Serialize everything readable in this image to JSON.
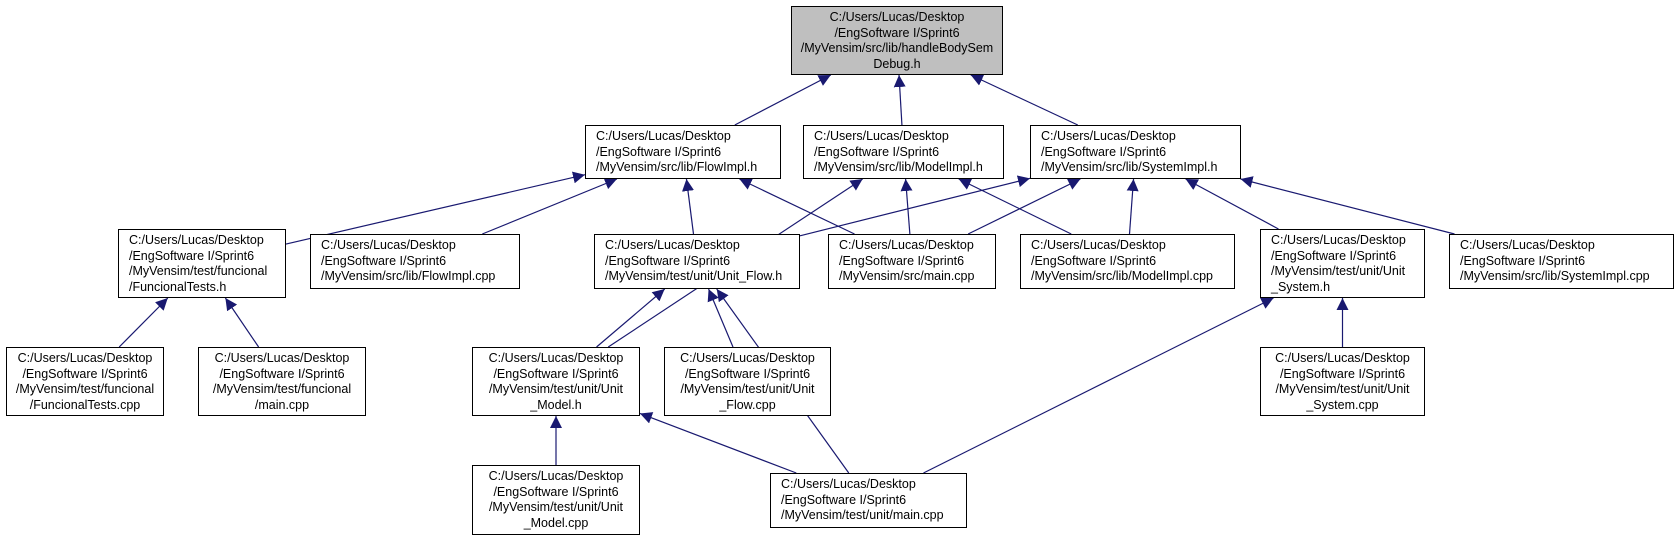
{
  "colors": {
    "edge": "#191970",
    "border": "#000000",
    "root_fill": "#bfbfbf",
    "node_fill": "#ffffff"
  },
  "nodes": {
    "root": {
      "lines": [
        "C:/Users/Lucas/Desktop",
        "/EngSoftware I/Sprint6",
        "/MyVensim/src/lib/handleBodySem",
        "Debug.h"
      ]
    },
    "flowimpl_h": {
      "lines": [
        "C:/Users/Lucas/Desktop",
        "/EngSoftware I/Sprint6",
        "/MyVensim/src/lib/FlowImpl.h"
      ]
    },
    "modelimpl_h": {
      "lines": [
        "C:/Users/Lucas/Desktop",
        "/EngSoftware I/Sprint6",
        "/MyVensim/src/lib/ModelImpl.h"
      ]
    },
    "systemimpl_h": {
      "lines": [
        "C:/Users/Lucas/Desktop",
        "/EngSoftware I/Sprint6",
        "/MyVensim/src/lib/SystemImpl.h"
      ]
    },
    "functests_h": {
      "lines": [
        "C:/Users/Lucas/Desktop",
        "/EngSoftware I/Sprint6",
        "/MyVensim/test/funcional",
        "/FuncionalTests.h"
      ]
    },
    "flowimpl_cpp": {
      "lines": [
        "C:/Users/Lucas/Desktop",
        "/EngSoftware I/Sprint6",
        "/MyVensim/src/lib/FlowImpl.cpp"
      ]
    },
    "unitflow_h": {
      "lines": [
        "C:/Users/Lucas/Desktop",
        "/EngSoftware I/Sprint6",
        "/MyVensim/test/unit/Unit_Flow.h"
      ]
    },
    "main_cpp": {
      "lines": [
        "C:/Users/Lucas/Desktop",
        "/EngSoftware I/Sprint6",
        "/MyVensim/src/main.cpp"
      ]
    },
    "modelimpl_cpp": {
      "lines": [
        "C:/Users/Lucas/Desktop",
        "/EngSoftware I/Sprint6",
        "/MyVensim/src/lib/ModelImpl.cpp"
      ]
    },
    "unitsystem_h": {
      "lines": [
        "C:/Users/Lucas/Desktop",
        "/EngSoftware I/Sprint6",
        "/MyVensim/test/unit/Unit",
        "_System.h"
      ]
    },
    "systemimpl_cpp": {
      "lines": [
        "C:/Users/Lucas/Desktop",
        "/EngSoftware I/Sprint6",
        "/MyVensim/src/lib/SystemImpl.cpp"
      ]
    },
    "functests_cpp": {
      "lines": [
        "C:/Users/Lucas/Desktop",
        "/EngSoftware I/Sprint6",
        "/MyVensim/test/funcional",
        "/FuncionalTests.cpp"
      ]
    },
    "func_main_cpp": {
      "lines": [
        "C:/Users/Lucas/Desktop",
        "/EngSoftware I/Sprint6",
        "/MyVensim/test/funcional",
        "/main.cpp"
      ]
    },
    "unitmodel_h": {
      "lines": [
        "C:/Users/Lucas/Desktop",
        "/EngSoftware I/Sprint6",
        "/MyVensim/test/unit/Unit",
        "_Model.h"
      ]
    },
    "unitflow_cpp": {
      "lines": [
        "C:/Users/Lucas/Desktop",
        "/EngSoftware I/Sprint6",
        "/MyVensim/test/unit/Unit",
        "_Flow.cpp"
      ]
    },
    "unitsystem_cpp": {
      "lines": [
        "C:/Users/Lucas/Desktop",
        "/EngSoftware I/Sprint6",
        "/MyVensim/test/unit/Unit",
        "_System.cpp"
      ]
    },
    "unitmodel_cpp": {
      "lines": [
        "C:/Users/Lucas/Desktop",
        "/EngSoftware I/Sprint6",
        "/MyVensim/test/unit/Unit",
        "_Model.cpp"
      ]
    },
    "unit_main_cpp": {
      "lines": [
        "C:/Users/Lucas/Desktop",
        "/EngSoftware I/Sprint6",
        "/MyVensim/test/unit/main.cpp"
      ]
    }
  },
  "edges": [
    {
      "from": "flowimpl_h",
      "to": "root"
    },
    {
      "from": "modelimpl_h",
      "to": "root"
    },
    {
      "from": "systemimpl_h",
      "to": "root"
    },
    {
      "from": "functests_h",
      "to": "flowimpl_h"
    },
    {
      "from": "flowimpl_cpp",
      "to": "flowimpl_h"
    },
    {
      "from": "unitflow_h",
      "to": "flowimpl_h"
    },
    {
      "from": "main_cpp",
      "to": "flowimpl_h"
    },
    {
      "from": "unitmodel_h",
      "to": "modelimpl_h"
    },
    {
      "from": "main_cpp",
      "to": "modelimpl_h"
    },
    {
      "from": "modelimpl_cpp",
      "to": "modelimpl_h"
    },
    {
      "from": "unitflow_h",
      "to": "systemimpl_h"
    },
    {
      "from": "main_cpp",
      "to": "systemimpl_h"
    },
    {
      "from": "modelimpl_cpp",
      "to": "systemimpl_h"
    },
    {
      "from": "unitsystem_h",
      "to": "systemimpl_h"
    },
    {
      "from": "systemimpl_cpp",
      "to": "systemimpl_h"
    },
    {
      "from": "functests_cpp",
      "to": "functests_h"
    },
    {
      "from": "func_main_cpp",
      "to": "functests_h"
    },
    {
      "from": "unitmodel_h",
      "to": "unitflow_h"
    },
    {
      "from": "unitflow_cpp",
      "to": "unitflow_h"
    },
    {
      "from": "unit_main_cpp",
      "to": "unitflow_h"
    },
    {
      "from": "unitsystem_cpp",
      "to": "unitsystem_h"
    },
    {
      "from": "unit_main_cpp",
      "to": "unitsystem_h"
    },
    {
      "from": "unitmodel_cpp",
      "to": "unitmodel_h"
    },
    {
      "from": "unit_main_cpp",
      "to": "unitmodel_h"
    }
  ]
}
